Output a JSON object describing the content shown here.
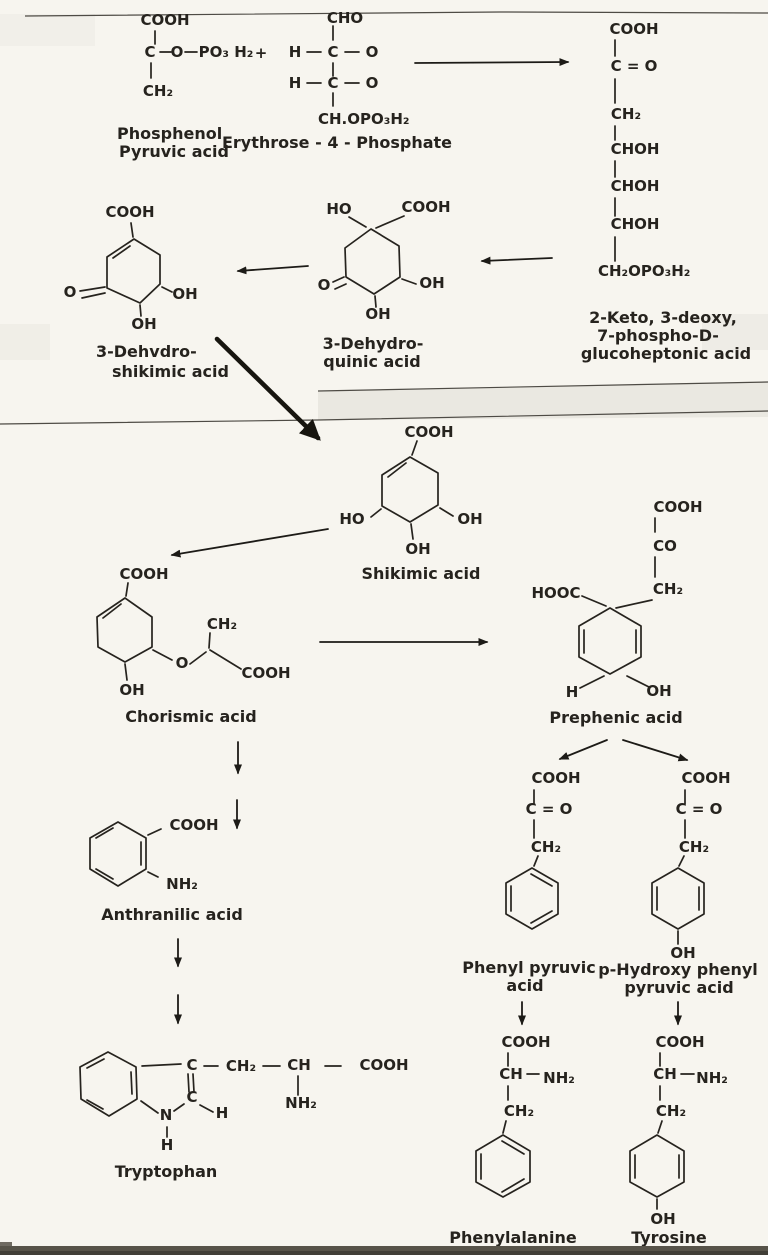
{
  "colors": {
    "paper": "#f7f5ef",
    "ink": "#26231e",
    "seam_band": "#eae8e1",
    "bottom_band": "#575349"
  },
  "operators": {
    "plus": "+"
  },
  "compounds": {
    "pep": {
      "name_lines": [
        "Phosphenol",
        "Pyruvic acid"
      ],
      "groups": {
        "cooh": "COOH",
        "c": "C",
        "o": "O",
        "po3h2": "PO₃ H₂",
        "ch2": "CH₂"
      }
    },
    "e4p": {
      "name": "Erythrose - 4 - Phosphate",
      "groups": {
        "cho": "CHO",
        "h1": "H",
        "c1": "C",
        "o1": "O",
        "h2": "H",
        "c2": "C",
        "o2": "O",
        "ch_opo3h2": "CH.OPO₃H₂"
      }
    },
    "kdph": {
      "name_lines": [
        "2-Keto, 3-deoxy,",
        "7-phospho-D-",
        "glucoheptonic acid"
      ],
      "groups": {
        "cooh": "COOH",
        "co": "C = O",
        "ch2": "CH₂",
        "choh1": "CHOH",
        "choh2": "CHOH",
        "choh3": "CHOH",
        "ch2opo3h2": "CH₂OPO₃H₂"
      }
    },
    "dhq": {
      "name_lines": [
        "3-Dehydro-",
        "quinic acid"
      ],
      "groups": {
        "ho": "HO",
        "cooh": "COOH",
        "o": "O",
        "oh_right": "OH",
        "oh_bottom": "OH"
      }
    },
    "dhs": {
      "name_lines": [
        "3-Dehvdro-",
        "shikimic acid"
      ],
      "groups": {
        "cooh": "COOH",
        "o": "O",
        "oh_right": "OH",
        "oh_bottom": "OH"
      }
    },
    "shikimic": {
      "name": "Shikimic acid",
      "groups": {
        "cooh": "COOH",
        "ho": "HO",
        "oh_right": "OH",
        "oh_bottom": "OH"
      }
    },
    "chorismic": {
      "name": "Chorismic acid",
      "groups": {
        "cooh": "COOH",
        "ch2": "CH₂",
        "o": "O",
        "cooh_side": "COOH",
        "oh": "OH"
      }
    },
    "prephenic": {
      "name": "Prephenic acid",
      "groups": {
        "cooh": "COOH",
        "co": "CO",
        "ch2": "CH₂",
        "hooc": "HOOC",
        "h": "H",
        "oh": "OH"
      }
    },
    "anthranilic": {
      "name": "Anthranilic acid",
      "groups": {
        "cooh": "COOH",
        "nh2": "NH₂"
      }
    },
    "tryptophan": {
      "name": "Tryptophan",
      "groups": {
        "c_top": "C",
        "c_low": "C",
        "n": "N",
        "h_n": "H",
        "h_c": "H",
        "ch2": "CH₂",
        "ch": "CH",
        "cooh": "COOH",
        "nh2": "NH₂"
      }
    },
    "ppa": {
      "name_lines": [
        "Phenyl pyruvic",
        "acid"
      ],
      "groups": {
        "cooh": "COOH",
        "co": "C = O",
        "ch2": "CH₂"
      }
    },
    "hppa": {
      "name_lines": [
        "p-Hydroxy phenyl",
        "pyruvic acid"
      ],
      "groups": {
        "cooh": "COOH",
        "co": "C = O",
        "ch2": "CH₂",
        "oh": "OH"
      }
    },
    "phenylalanine": {
      "name": "Phenylalanine",
      "groups": {
        "cooh": "COOH",
        "ch": "CH",
        "nh2": "NH₂",
        "ch2": "CH₂"
      }
    },
    "tyrosine": {
      "name": "Tyrosine",
      "groups": {
        "cooh": "COOH",
        "ch": "CH",
        "nh2": "NH₂",
        "ch2": "CH₂",
        "oh": "OH"
      }
    }
  }
}
